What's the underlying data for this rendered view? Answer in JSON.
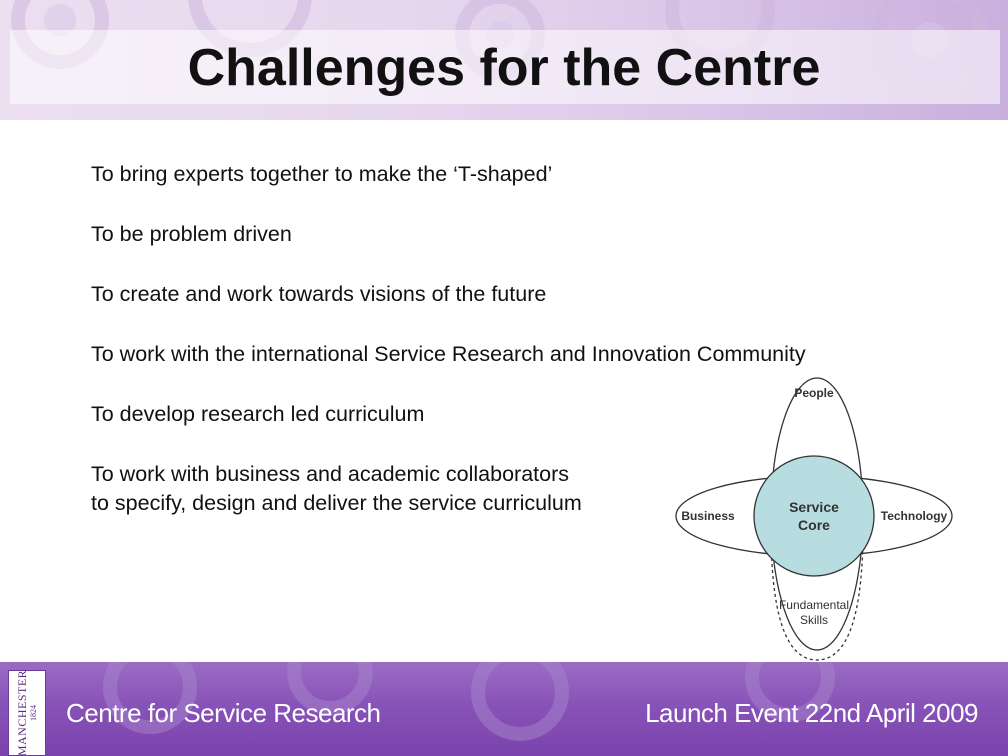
{
  "slide": {
    "title": "Challenges for the Centre",
    "bullets": [
      "To bring experts together to make the ‘T-shaped’",
      "To be problem driven",
      "To create and work towards visions of the future",
      "To work with the international Service Research and Innovation Community",
      "To develop research led curriculum",
      "To work with business and academic collaborators\nto specify, design and deliver the service curriculum"
    ]
  },
  "diagram": {
    "top_label": "People",
    "left_label": "Business",
    "right_label": "Technology",
    "center_label_line1": "Service",
    "center_label_line2": "Core",
    "bottom_label_line1": "Fundamental",
    "bottom_label_line2": "Skills",
    "core_color": "#b8dde0"
  },
  "footer": {
    "left_text": "Centre for Service Research",
    "right_text": "Launch Event 22nd April 2009",
    "logo_name": "MANCHESTER",
    "logo_year": "1824"
  },
  "colors": {
    "header_purple": "#c9afdd",
    "footer_purple": "#8853b8"
  }
}
